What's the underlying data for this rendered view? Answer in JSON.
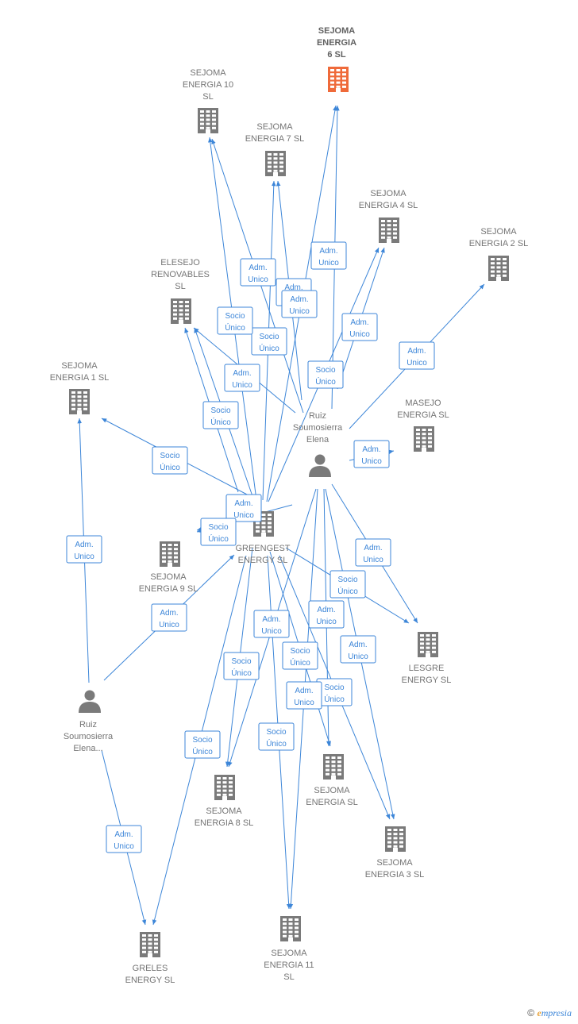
{
  "colors": {
    "edge": "#3d86d8",
    "building": "#7a7a7a",
    "highlight": "#ef6a3a",
    "person": "#7a7a7a"
  },
  "nodes": [
    {
      "id": "n6",
      "type": "building",
      "highlight": true,
      "lines": [
        "SEJOMA",
        "ENERGIA",
        "6  SL"
      ]
    },
    {
      "id": "n10",
      "type": "building",
      "lines": [
        "SEJOMA",
        "ENERGIA 10",
        "SL"
      ]
    },
    {
      "id": "n7",
      "type": "building",
      "lines": [
        "SEJOMA",
        "ENERGIA 7  SL"
      ]
    },
    {
      "id": "n4",
      "type": "building",
      "lines": [
        "SEJOMA",
        "ENERGIA 4  SL"
      ]
    },
    {
      "id": "n2",
      "type": "building",
      "lines": [
        "SEJOMA",
        "ENERGIA 2  SL"
      ]
    },
    {
      "id": "nel",
      "type": "building",
      "lines": [
        "ELESEJO",
        "RENOVABLES",
        "SL"
      ]
    },
    {
      "id": "n1",
      "type": "building",
      "lines": [
        "SEJOMA",
        "ENERGIA 1  SL"
      ]
    },
    {
      "id": "nma",
      "type": "building",
      "lines": [
        "MASEJO",
        "ENERGIA  SL"
      ]
    },
    {
      "id": "p1",
      "type": "person",
      "lines": [
        "Ruiz",
        "Soumosierra",
        "Elena"
      ]
    },
    {
      "id": "ngr",
      "type": "building",
      "lines": [
        "GREENGEST",
        "ENERGY  SL"
      ]
    },
    {
      "id": "n9",
      "type": "building",
      "lines": [
        "SEJOMA",
        "ENERGIA 9  SL"
      ]
    },
    {
      "id": "nle",
      "type": "building",
      "lines": [
        "LESGRE",
        "ENERGY  SL"
      ]
    },
    {
      "id": "p2",
      "type": "person",
      "lines": [
        "Ruiz",
        "Soumosierra",
        "Elena..."
      ]
    },
    {
      "id": "nsl",
      "type": "building",
      "lines": [
        "SEJOMA",
        "ENERGIA  SL"
      ]
    },
    {
      "id": "n8",
      "type": "building",
      "lines": [
        "SEJOMA",
        "ENERGIA 8  SL"
      ]
    },
    {
      "id": "n3",
      "type": "building",
      "lines": [
        "SEJOMA",
        "ENERGIA 3  SL"
      ]
    },
    {
      "id": "n11",
      "type": "building",
      "lines": [
        "SEJOMA",
        "ENERGIA 11",
        "SL"
      ]
    },
    {
      "id": "ngre",
      "type": "building",
      "lines": [
        "GRELES",
        "ENERGY  SL"
      ]
    }
  ],
  "edges": [
    {
      "id": "e1",
      "from": "ngr",
      "to": "n10",
      "label": [
        "Adm.",
        "Unico"
      ]
    },
    {
      "id": "e2",
      "from": "p1",
      "to": "n10",
      "label": [
        "Adm.",
        "Unico"
      ]
    },
    {
      "id": "e3",
      "from": "ngr",
      "to": "n7",
      "label": [
        "Socio",
        "Único"
      ]
    },
    {
      "id": "e4",
      "from": "p1",
      "to": "n7",
      "label": [
        "Adm.",
        "Unico"
      ]
    },
    {
      "id": "e5",
      "from": "ngr",
      "to": "n6",
      "label": [
        "Adm.",
        "Unico"
      ]
    },
    {
      "id": "e6",
      "from": "p1",
      "to": "n6",
      "label": [
        "Socio",
        "Único"
      ]
    },
    {
      "id": "e7",
      "from": "ngr",
      "to": "n4",
      "label": [
        "Adm.",
        "Unico"
      ]
    },
    {
      "id": "e8",
      "from": "p1",
      "to": "n4",
      "label": [
        "Socio",
        "Único"
      ]
    },
    {
      "id": "e9",
      "from": "p1",
      "to": "n2",
      "label": [
        "Adm.",
        "Unico"
      ]
    },
    {
      "id": "e10",
      "from": "ngr",
      "to": "nel",
      "label": [
        "Socio",
        "Único"
      ]
    },
    {
      "id": "e11",
      "from": "p1",
      "to": "nel",
      "label": [
        "Adm.",
        "Unico"
      ]
    },
    {
      "id": "e12",
      "from": "ngr",
      "to": "nel",
      "label": [
        "Socio",
        "Único"
      ]
    },
    {
      "id": "e13",
      "from": "ngr",
      "to": "n1",
      "label": [
        "Socio",
        "Único"
      ]
    },
    {
      "id": "e14",
      "from": "p2",
      "to": "n1",
      "label": [
        "Adm.",
        "Unico"
      ]
    },
    {
      "id": "e15",
      "from": "p1",
      "to": "nma",
      "label": [
        "Adm.",
        "Unico"
      ]
    },
    {
      "id": "e16",
      "from": "p1",
      "to": "n9",
      "label": [
        "Adm.",
        "Unico"
      ]
    },
    {
      "id": "e17",
      "from": "ngr",
      "to": "n9",
      "label": [
        "Socio",
        "Único"
      ]
    },
    {
      "id": "e18",
      "from": "p2",
      "to": "ngr",
      "label": [
        "Adm.",
        "Unico"
      ]
    },
    {
      "id": "e19",
      "from": "p1",
      "to": "nle",
      "label": [
        "Adm.",
        "Unico"
      ]
    },
    {
      "id": "e20",
      "from": "ngr",
      "to": "nle",
      "label": [
        "Socio",
        "Único"
      ]
    },
    {
      "id": "e21",
      "from": "p1",
      "to": "n8",
      "label": [
        "Adm.",
        "Unico"
      ]
    },
    {
      "id": "e22",
      "from": "ngr",
      "to": "n8",
      "label": [
        "Socio",
        "Único"
      ]
    },
    {
      "id": "e23",
      "from": "ngr",
      "to": "nsl",
      "label": [
        "Socio",
        "Único"
      ]
    },
    {
      "id": "e24",
      "from": "p1",
      "to": "nsl",
      "label": [
        "Adm.",
        "Unico"
      ]
    },
    {
      "id": "e25",
      "from": "p1",
      "to": "n3",
      "label": [
        "Adm.",
        "Unico"
      ]
    },
    {
      "id": "e26",
      "from": "ngr",
      "to": "n3",
      "label": [
        "Socio",
        "Único"
      ]
    },
    {
      "id": "e27",
      "from": "ngr",
      "to": "n11",
      "label": [
        "Socio",
        "Único"
      ]
    },
    {
      "id": "e28",
      "from": "p1",
      "to": "n11",
      "label": [
        "Adm.",
        "Unico"
      ]
    },
    {
      "id": "e29",
      "from": "ngr",
      "to": "ngre",
      "label": [
        "Socio",
        "Único"
      ]
    },
    {
      "id": "e30",
      "from": "p2",
      "to": "ngre",
      "label": [
        "Adm.",
        "Unico"
      ]
    }
  ],
  "footer": {
    "copyright": "©",
    "brand_e": "e",
    "brand_rest": "mpresia"
  }
}
